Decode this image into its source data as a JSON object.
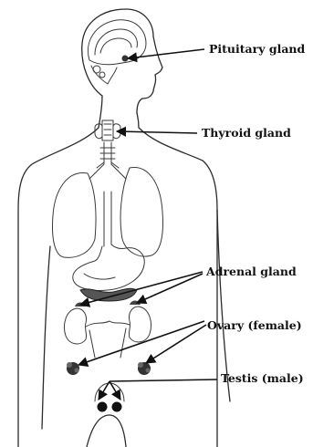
{
  "labels": {
    "pituitary": "Pituitary gland",
    "thyroid": "Thyroid gland",
    "adrenal": "Adrenal gland",
    "ovary": "Ovary (female)",
    "testis": "Testis (male)"
  },
  "colors": {
    "ink": "#111111",
    "background": "#ffffff"
  }
}
